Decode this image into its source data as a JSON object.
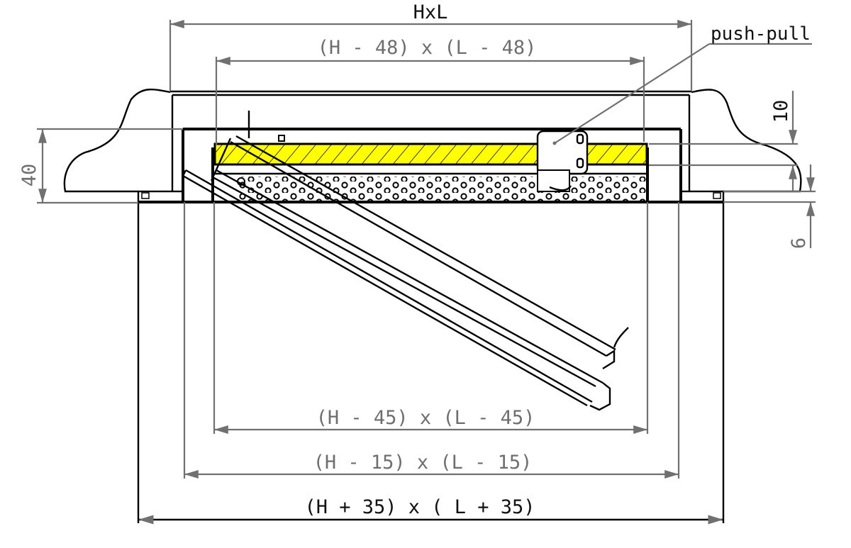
{
  "drawing": {
    "overall_dimension": "HxL",
    "inner_top_dimension": "(H -  48) x (L - 48)",
    "inner_opening_dimension": "(H - 45) x (L - 45)",
    "frame_opening_dimension": "(H - 15) x (L - 15)",
    "outer_flange_dimension": "(H + 35) x ( L + 35)",
    "latch_label": "push-pull",
    "depth_dimension": "40",
    "panel_offset_dimension": "10",
    "flange_thickness_dimension": "6"
  },
  "colors": {
    "insulation_fill": "#ffff00",
    "dimension_line": "#707070",
    "outline": "#000000"
  }
}
